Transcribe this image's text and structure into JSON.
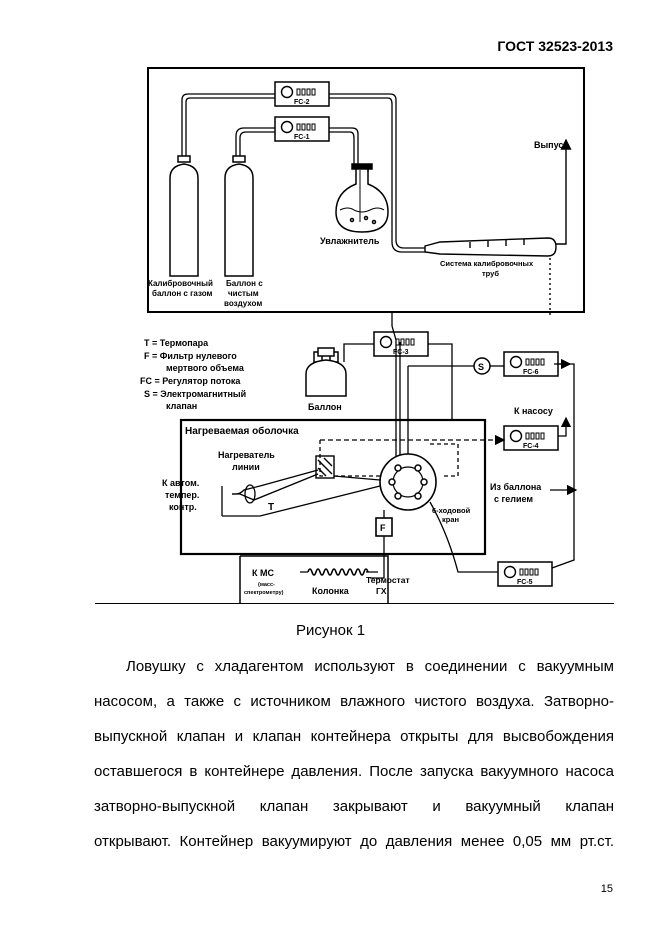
{
  "header": {
    "doc_number": "ГОСТ 32523-2013"
  },
  "figure": {
    "fc_labels": {
      "fc1": "FC-1",
      "fc2": "FC-2",
      "fc3": "FC-3",
      "fc4": "FC-4",
      "fc5": "FC-5",
      "fc6": "FC-6"
    },
    "top_box": {
      "outlet": "Выпуск",
      "humidifier": "Увлажнитель",
      "cal_cylinder": [
        "Калибровочный",
        "баллон с газом"
      ],
      "air_cylinder": [
        "Баллон с",
        "чистым",
        "воздухом"
      ],
      "cal_tube": [
        "Система калибровочных",
        "труб"
      ]
    },
    "legend": [
      "T = Термопара",
      "F = Фильтр нулевого",
      "мертвого объема",
      "FC = Регулятор потока",
      "S = Электромагнитный",
      "клапан"
    ],
    "cylinder_label": "Баллон",
    "s_label": "S",
    "heated_box": {
      "title": "Нагреваемая оболочка",
      "heater": [
        "Нагреватель",
        "линии"
      ],
      "controller": [
        "К автом.",
        "темпер.",
        "контр."
      ],
      "t_label": "T",
      "f_label": "F",
      "valve": [
        "6-ходовой",
        "кран"
      ]
    },
    "to_pump": "К насосу",
    "helium": [
      "Из баллона",
      "с гелием"
    ],
    "gc_box": {
      "to_ms": "К МС",
      "ms_note": [
        "(масс-",
        "спектрометру)"
      ],
      "column": "Колонка",
      "thermostat": [
        "Термостат",
        "ГХ"
      ]
    }
  },
  "caption": "Рисунок 1",
  "paragraph_lines": [
    "Ловушку с хладагентом используют в соединении с вакуумным",
    "насосом, а также с источником влажного чистого воздуха. Затворно-",
    "выпускной клапан и клапан контейнера открыты для высвобождения",
    "оставшегося в контейнере давления. После запуска вакуумного насоса",
    "затворно-выпускной клапан закрывают и вакуумный клапан",
    "открывают. Контейнер вакуумируют до давления менее 0,05 мм рт.ст."
  ],
  "page_number": "15"
}
